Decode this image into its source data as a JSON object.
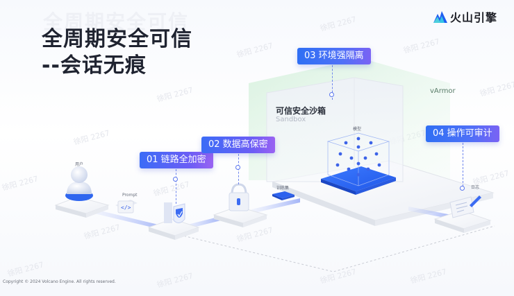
{
  "title": {
    "line1": "全周期安全可信",
    "line2": "--会话无痕"
  },
  "ghost_title": "全周期安全可信",
  "logo": {
    "text": "火山引擎"
  },
  "tags": {
    "tag1": "01 链路全加密",
    "tag2": "02 数据高保密",
    "tag3": "03 环境强隔离",
    "tag4": "04 操作可审计"
  },
  "labels": {
    "user": "用户",
    "prompt": "Prompt",
    "dataset": "训练集",
    "model": "模型",
    "log": "日志"
  },
  "sandbox": {
    "title": "可信安全沙箱",
    "subtitle": "Sandbox",
    "outer": "vArmor"
  },
  "copyright": "Copyright © 2024 Volcano Engine. All rights reserved.",
  "watermark": "徐阳 2267",
  "colors": {
    "accent_blue": "#3b6cf6",
    "accent_purple": "#9a63f2",
    "sandbox_green": "#c8ecd4"
  }
}
